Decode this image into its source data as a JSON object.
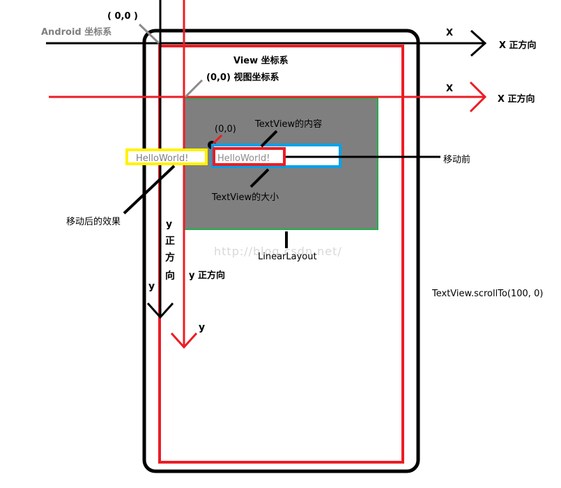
{
  "android_coords": {
    "origin_label": "( 0,0 )",
    "system_label": "Android 坐标系",
    "x_label": "X",
    "x_positive_label": "X 正方向",
    "y_label": "y",
    "y_positive_chars": [
      "y",
      "正",
      "方",
      "向"
    ]
  },
  "view_coords": {
    "system_label": "View 坐标系",
    "origin_label": "(0,0) 视图坐标系",
    "x_label": "X",
    "x_positive_label": "X 正方向",
    "y_label": "y",
    "y_positive_label": "y 正方向"
  },
  "textview": {
    "origin_label": "(0,0)",
    "content_label": "TextView的内容",
    "size_label": "TextView的大小",
    "text_before": "HelloWorld!",
    "text_after": "HelloWorld!",
    "before_move_label": "移动前",
    "after_move_label": "移动后的效果"
  },
  "layout_label": "LinearLayout",
  "scroll_call": "TextView.scrollTo(100, 0)",
  "watermark": "http://blog.csdn.net/",
  "colors": {
    "black": "#000000",
    "red": "#ed1c24",
    "gray_fill": "#7f7f7f",
    "green": "#22b14c",
    "blue": "#00a2e8",
    "yellow": "#fff200",
    "label_gray": "#808080"
  }
}
